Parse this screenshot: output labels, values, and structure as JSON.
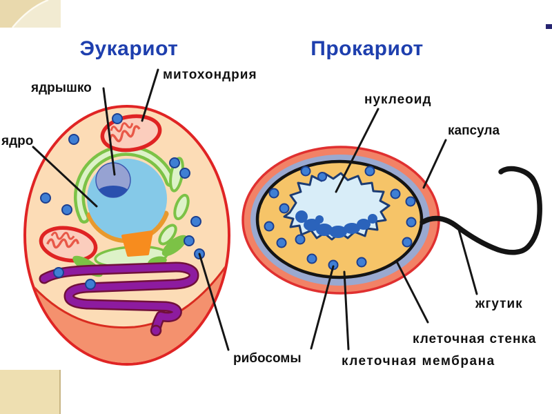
{
  "titles": {
    "eukaryote": "Эукариот",
    "prokaryote": "Прокариот"
  },
  "labels": {
    "nucleolus": "ядрышко",
    "mitochondrion": "митохондрия",
    "nucleus": "ядро",
    "ribosomes": "рибосомы",
    "nucleoid": "нуклеоид",
    "capsule": "капсула",
    "flagellum": "жгутик",
    "cell_wall": "клеточная стенка",
    "cell_membrane": "клеточная мембрана"
  },
  "colors": {
    "title_blue": "#1e3fae",
    "label_black": "#111111",
    "euk_cytoplasm": "#fcdcb6",
    "euk_membrane_red": "#e02424",
    "euk_bottom_shade": "#f4916e",
    "euk_bottom_line": "#d92c20",
    "nucleus_blue": "#85c9e8",
    "nucleolus_lavender": "#96a2d2",
    "nucleolus_dark": "#2a50ae",
    "er_green": "#7cc246",
    "er_pale": "#ddf2c8",
    "golgi_orange": "#f78c1e",
    "orange_band": "#e8992e",
    "golgi_purple": "#8d1b9f",
    "golgi_purple_dark": "#70103a",
    "mito_red": "#df2323",
    "mito_fill": "#fbcdbd",
    "mito_cristae": "#e85848",
    "ribosome_blue": "#3f7fd4",
    "capsule_salmon": "#f28266",
    "capsule_red": "#e03030",
    "wall_bluegray": "#9aa9d0",
    "pro_cytoplasm": "#f6c468",
    "membrane_black": "#141414",
    "nucleoid_light": "#d8edf8",
    "nucleoid_outline": "#1c3c74",
    "nucleoid_dark": "#2b63bb",
    "flagellum_black": "#141414",
    "corner_tan": "#e9d9ad",
    "corner_cream": "#f2ebd2",
    "corner_tan_bottom": "#eedfb1"
  }
}
